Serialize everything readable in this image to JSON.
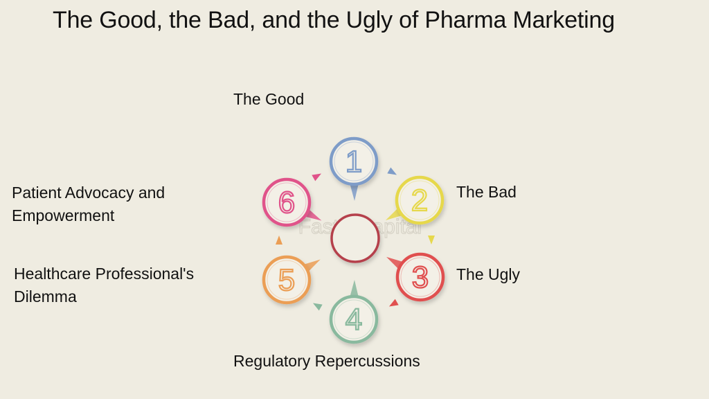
{
  "title": "The Good, the Bad, and the Ugly of Pharma Marketing",
  "watermark": "FasterCapital",
  "nodes": [
    {
      "number": "1",
      "label": [
        "The Good"
      ],
      "color": "#7e9cc8"
    },
    {
      "number": "2",
      "label": [
        "The Bad"
      ],
      "color": "#e6d84c"
    },
    {
      "number": "3",
      "label": [
        "The Ugly"
      ],
      "color": "#e0504f"
    },
    {
      "number": "4",
      "label": [
        "Regulatory Repercussions"
      ],
      "color": "#89b99e"
    },
    {
      "number": "5",
      "label": [
        "Healthcare Professional's",
        "Dilemma"
      ],
      "color": "#eb9e55"
    },
    {
      "number": "6",
      "label": [
        "Patient Advocacy and",
        "Empowerment"
      ],
      "color": "#e0538a"
    }
  ],
  "center_color": "#b5404c"
}
